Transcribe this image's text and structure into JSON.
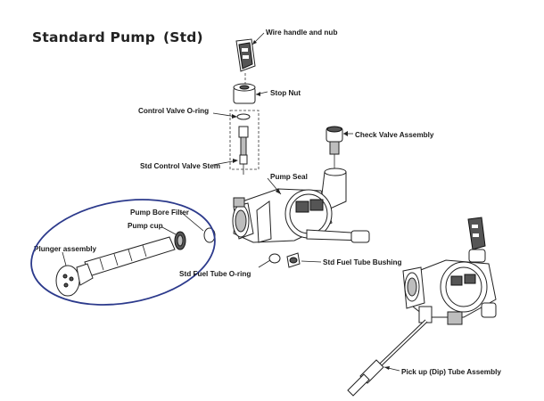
{
  "title": {
    "main": "Standard Pump",
    "suffix": "(Std)"
  },
  "labels": {
    "wire_handle": "Wire handle and nub",
    "stop_nut": "Stop Nut",
    "control_valve_oring": "Control Valve O-ring",
    "check_valve": "Check Valve Assembly",
    "control_valve_stem": "Std Control Valve Stem",
    "pump_seal": "Pump Seal",
    "pump_bore_filter": "Pump Bore Filter",
    "pump_cup": "Pump cup",
    "plunger_assembly": "Plunger assembly",
    "fuel_tube_oring": "Std Fuel Tube O-ring",
    "fuel_tube_bushing": "Std Fuel Tube Bushing",
    "pickup_tube": "Pick up (Dip) Tube Assembly"
  },
  "colors": {
    "highlight_ellipse": "#2c3a8c",
    "ink": "#222222"
  }
}
